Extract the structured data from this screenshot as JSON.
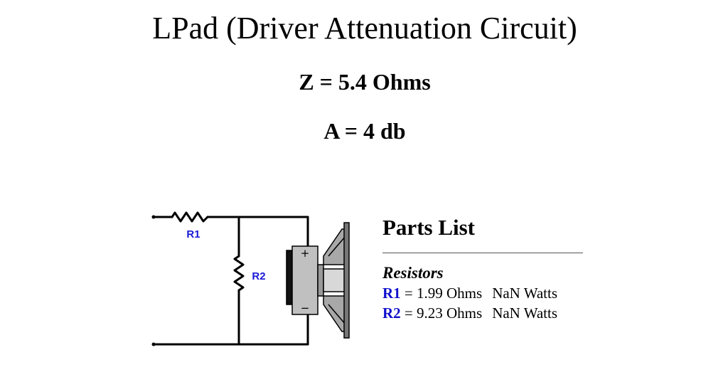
{
  "title": "LPad (Driver Attenuation Circuit)",
  "impedance": "Z = 5.4 Ohms",
  "attenuation": "A = 4 db",
  "diagram": {
    "r1_label": "R1",
    "r2_label": "R2",
    "plus": "+",
    "minus": "−",
    "label_color": "#1a1ad6"
  },
  "parts_list": {
    "heading": "Parts List",
    "section": "Resistors",
    "items": [
      {
        "name": "R1",
        "value": " = 1.99 Ohms",
        "watts": "NaN Watts"
      },
      {
        "name": "R2",
        "value": " = 9.23 Ohms",
        "watts": "NaN Watts"
      }
    ],
    "name_color": "#1010cc"
  }
}
